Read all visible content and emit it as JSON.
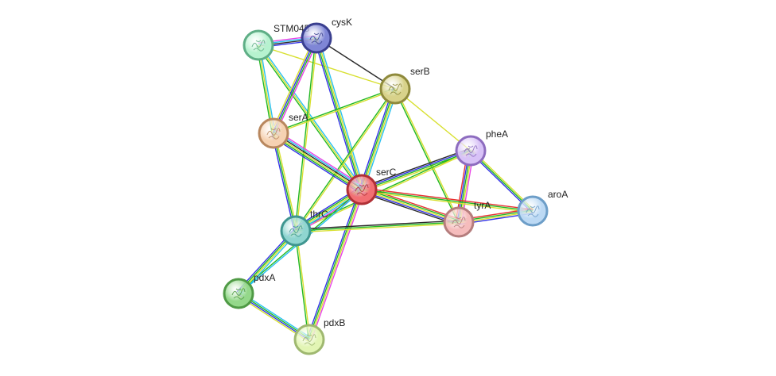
{
  "network": {
    "nodes": [
      {
        "id": "STM045",
        "label": "STM045",
        "color": "#b6f2cf",
        "ring": "#5fae86"
      },
      {
        "id": "cysK",
        "label": "cysK",
        "color": "#7f86d6",
        "ring": "#3a3f8f"
      },
      {
        "id": "serB",
        "label": "serB",
        "color": "#d8d28a",
        "ring": "#8f8a3c"
      },
      {
        "id": "serA",
        "label": "serA",
        "color": "#f6d2b2",
        "ring": "#b8875e"
      },
      {
        "id": "pheA",
        "label": "pheA",
        "color": "#d8c2f7",
        "ring": "#8d6cbf"
      },
      {
        "id": "serC",
        "label": "serC",
        "color": "#f26f73",
        "ring": "#b03036"
      },
      {
        "id": "aroA",
        "label": "aroA",
        "color": "#bcd9f4",
        "ring": "#6d9ec8"
      },
      {
        "id": "tyrA",
        "label": "tyrA",
        "color": "#f5bcbc",
        "ring": "#b57d7d"
      },
      {
        "id": "thrC",
        "label": "thrC",
        "color": "#8fd5d0",
        "ring": "#3f9690"
      },
      {
        "id": "pdxA",
        "label": "pdxA",
        "color": "#94d88a",
        "ring": "#4f9a45"
      },
      {
        "id": "pdxB",
        "label": "pdxB",
        "color": "#e2f5b4",
        "ring": "#9fb870"
      }
    ],
    "evidence_colors": [
      "#e842e6",
      "#28c0f0",
      "#2a2a2a",
      "#d8e030",
      "#22b822",
      "#3434e8",
      "#e83030",
      "#7a7aff"
    ],
    "edges": [
      {
        "source": "STM045",
        "target": "cysK",
        "evidence": [
          "#e842e6",
          "#28c0f0",
          "#2a2a2a",
          "#3434e8"
        ]
      },
      {
        "source": "STM045",
        "target": "serA",
        "evidence": [
          "#28c0f0",
          "#d8e030",
          "#22b822"
        ]
      },
      {
        "source": "STM045",
        "target": "serC",
        "evidence": [
          "#28c0f0",
          "#d8e030",
          "#22b822"
        ]
      },
      {
        "source": "STM045",
        "target": "serB",
        "evidence": [
          "#d8e030"
        ]
      },
      {
        "source": "cysK",
        "target": "serB",
        "evidence": [
          "#2a2a2a"
        ]
      },
      {
        "source": "cysK",
        "target": "serA",
        "evidence": [
          "#e842e6",
          "#22b822",
          "#3434e8",
          "#d8e030"
        ]
      },
      {
        "source": "cysK",
        "target": "serC",
        "evidence": [
          "#28c0f0",
          "#d8e030",
          "#22b822",
          "#3434e8"
        ]
      },
      {
        "source": "cysK",
        "target": "thrC",
        "evidence": [
          "#d8e030",
          "#22b822"
        ]
      },
      {
        "source": "serB",
        "target": "serA",
        "evidence": [
          "#d8e030",
          "#22b822"
        ]
      },
      {
        "source": "serB",
        "target": "serC",
        "evidence": [
          "#28c0f0",
          "#d8e030",
          "#22b822",
          "#3434e8"
        ]
      },
      {
        "source": "serB",
        "target": "pheA",
        "evidence": [
          "#d8e030"
        ]
      },
      {
        "source": "serB",
        "target": "tyrA",
        "evidence": [
          "#d8e030",
          "#22b822"
        ]
      },
      {
        "source": "serB",
        "target": "thrC",
        "evidence": [
          "#d8e030",
          "#22b822"
        ]
      },
      {
        "source": "serA",
        "target": "serC",
        "evidence": [
          "#e842e6",
          "#28c0f0",
          "#2a2a2a",
          "#d8e030",
          "#22b822",
          "#3434e8"
        ]
      },
      {
        "source": "serA",
        "target": "thrC",
        "evidence": [
          "#d8e030",
          "#22b822",
          "#3434e8"
        ]
      },
      {
        "source": "pheA",
        "target": "serC",
        "evidence": [
          "#d8e030",
          "#22b822",
          "#3434e8",
          "#2a2a2a"
        ]
      },
      {
        "source": "pheA",
        "target": "tyrA",
        "evidence": [
          "#e842e6",
          "#d8e030",
          "#22b822",
          "#3434e8",
          "#e83030"
        ]
      },
      {
        "source": "pheA",
        "target": "aroA",
        "evidence": [
          "#d8e030",
          "#22b822",
          "#3434e8"
        ]
      },
      {
        "source": "pheA",
        "target": "thrC",
        "evidence": [
          "#d8e030",
          "#22b822"
        ]
      },
      {
        "source": "serC",
        "target": "tyrA",
        "evidence": [
          "#e83030",
          "#22b822",
          "#d8e030",
          "#3434e8",
          "#2a2a2a"
        ]
      },
      {
        "source": "serC",
        "target": "aroA",
        "evidence": [
          "#e83030",
          "#22b822",
          "#d8e030"
        ]
      },
      {
        "source": "serC",
        "target": "thrC",
        "evidence": [
          "#e842e6",
          "#28c0f0",
          "#d8e030",
          "#22b822",
          "#3434e8"
        ]
      },
      {
        "source": "serC",
        "target": "pdxA",
        "evidence": [
          "#28c0f0",
          "#22b822"
        ]
      },
      {
        "source": "serC",
        "target": "pdxB",
        "evidence": [
          "#e842e6",
          "#d8e030",
          "#22b822",
          "#3434e8"
        ]
      },
      {
        "source": "tyrA",
        "target": "aroA",
        "evidence": [
          "#e83030",
          "#22b822",
          "#d8e030",
          "#3434e8"
        ]
      },
      {
        "source": "tyrA",
        "target": "thrC",
        "evidence": [
          "#d8e030",
          "#22b822",
          "#2a2a2a"
        ]
      },
      {
        "source": "thrC",
        "target": "pdxA",
        "evidence": [
          "#28c0f0",
          "#d8e030",
          "#22b822",
          "#3434e8"
        ]
      },
      {
        "source": "thrC",
        "target": "pdxB",
        "evidence": [
          "#d8e030",
          "#22b822"
        ]
      },
      {
        "source": "pdxA",
        "target": "pdxB",
        "evidence": [
          "#28c0f0",
          "#22b822",
          "#3434e8",
          "#d8e030"
        ]
      }
    ]
  }
}
